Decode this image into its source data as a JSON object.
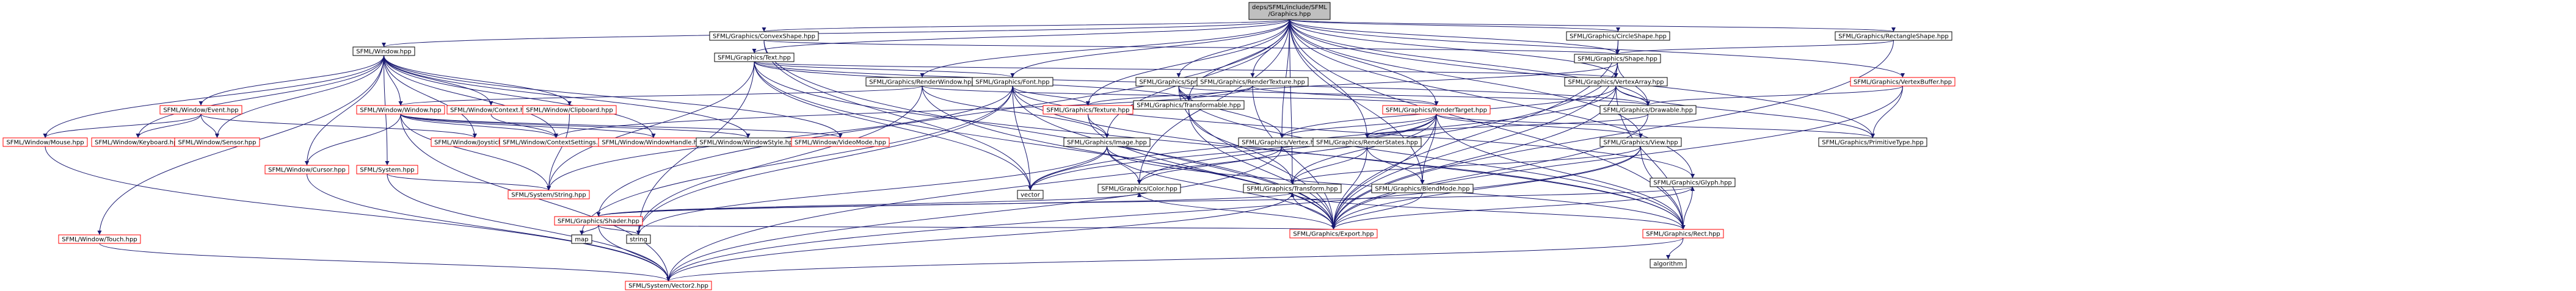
{
  "colors": {
    "edge": "#191970",
    "root_fill": "#bfbfbf",
    "node_border": "#000000",
    "incomplete_border": "#ff0000"
  },
  "nodes": [
    {
      "id": "root",
      "label": [
        "deps/SFML/include/SFML",
        "/Graphics.hpp"
      ],
      "style": "root"
    },
    {
      "id": "sfml_window",
      "label": [
        "SFML/Window.hpp"
      ],
      "style": "normal"
    },
    {
      "id": "g_convex",
      "label": [
        "SFML/Graphics/ConvexShape.hpp"
      ],
      "style": "normal"
    },
    {
      "id": "g_text",
      "label": [
        "SFML/Graphics/Text.hpp"
      ],
      "style": "normal"
    },
    {
      "id": "g_circle",
      "label": [
        "SFML/Graphics/CircleShape.hpp"
      ],
      "style": "normal"
    },
    {
      "id": "g_shape",
      "label": [
        "SFML/Graphics/Shape.hpp"
      ],
      "style": "normal"
    },
    {
      "id": "g_rectangle",
      "label": [
        "SFML/Graphics/RectangleShape.hpp"
      ],
      "style": "normal"
    },
    {
      "id": "g_renderwindow",
      "label": [
        "SFML/Graphics/RenderWindow.hpp"
      ],
      "style": "normal"
    },
    {
      "id": "g_font",
      "label": [
        "SFML/Graphics/Font.hpp"
      ],
      "style": "normal"
    },
    {
      "id": "g_sprite",
      "label": [
        "SFML/Graphics/Sprite.hpp"
      ],
      "style": "normal"
    },
    {
      "id": "g_rendertexture",
      "label": [
        "SFML/Graphics/RenderTexture.hpp"
      ],
      "style": "normal"
    },
    {
      "id": "g_vertexarray",
      "label": [
        "SFML/Graphics/VertexArray.hpp"
      ],
      "style": "normal"
    },
    {
      "id": "g_vertexbuffer",
      "label": [
        "SFML/Graphics/VertexBuffer.hpp"
      ],
      "style": "incomplete"
    },
    {
      "id": "w_event",
      "label": [
        "SFML/Window/Event.hpp"
      ],
      "style": "incomplete"
    },
    {
      "id": "w_context",
      "label": [
        "SFML/Window/Context.hpp"
      ],
      "style": "incomplete"
    },
    {
      "id": "w_clipboard",
      "label": [
        "SFML/Window/Clipboard.hpp"
      ],
      "style": "incomplete"
    },
    {
      "id": "w_window",
      "label": [
        "SFML/Window/Window.hpp"
      ],
      "style": "incomplete"
    },
    {
      "id": "g_texture",
      "label": [
        "SFML/Graphics/Texture.hpp"
      ],
      "style": "incomplete"
    },
    {
      "id": "g_transformable",
      "label": [
        "SFML/Graphics/Transformable.hpp"
      ],
      "style": "normal"
    },
    {
      "id": "g_rendertarget",
      "label": [
        "SFML/Graphics/RenderTarget.hpp"
      ],
      "style": "incomplete"
    },
    {
      "id": "g_drawable",
      "label": [
        "SFML/Graphics/Drawable.hpp"
      ],
      "style": "normal"
    },
    {
      "id": "w_mouse",
      "label": [
        "SFML/Window/Mouse.hpp"
      ],
      "style": "incomplete"
    },
    {
      "id": "w_keyboard",
      "label": [
        "SFML/Window/Keyboard.hpp"
      ],
      "style": "incomplete"
    },
    {
      "id": "w_sensor",
      "label": [
        "SFML/Window/Sensor.hpp"
      ],
      "style": "incomplete"
    },
    {
      "id": "w_joystick",
      "label": [
        "SFML/Window/Joystick.hpp"
      ],
      "style": "incomplete"
    },
    {
      "id": "w_contextsettings",
      "label": [
        "SFML/Window/ContextSettings.hpp"
      ],
      "style": "incomplete"
    },
    {
      "id": "w_windowhandle",
      "label": [
        "SFML/Window/WindowHandle.hpp"
      ],
      "style": "incomplete"
    },
    {
      "id": "w_windowstyle",
      "label": [
        "SFML/Window/WindowStyle.hpp"
      ],
      "style": "normal"
    },
    {
      "id": "w_videomode",
      "label": [
        "SFML/Window/VideoMode.hpp"
      ],
      "style": "incomplete"
    },
    {
      "id": "g_image",
      "label": [
        "SFML/Graphics/Image.hpp"
      ],
      "style": "normal"
    },
    {
      "id": "g_vertex",
      "label": [
        "SFML/Graphics/Vertex.hpp"
      ],
      "style": "normal"
    },
    {
      "id": "g_renderstates",
      "label": [
        "SFML/Graphics/RenderStates.hpp"
      ],
      "style": "normal"
    },
    {
      "id": "g_view",
      "label": [
        "SFML/Graphics/View.hpp"
      ],
      "style": "normal"
    },
    {
      "id": "g_primitivetype",
      "label": [
        "SFML/Graphics/PrimitiveType.hpp"
      ],
      "style": "normal"
    },
    {
      "id": "w_cursor",
      "label": [
        "SFML/Window/Cursor.hpp"
      ],
      "style": "incomplete"
    },
    {
      "id": "s_system",
      "label": [
        "SFML/System.hpp"
      ],
      "style": "incomplete"
    },
    {
      "id": "s_string",
      "label": [
        "SFML/System/String.hpp"
      ],
      "style": "incomplete"
    },
    {
      "id": "vector",
      "label": [
        "vector"
      ],
      "style": "normal"
    },
    {
      "id": "g_color",
      "label": [
        "SFML/Graphics/Color.hpp"
      ],
      "style": "normal"
    },
    {
      "id": "g_transform",
      "label": [
        "SFML/Graphics/Transform.hpp"
      ],
      "style": "normal"
    },
    {
      "id": "g_blendmode",
      "label": [
        "SFML/Graphics/BlendMode.hpp"
      ],
      "style": "normal"
    },
    {
      "id": "g_glyph",
      "label": [
        "SFML/Graphics/Glyph.hpp"
      ],
      "style": "normal"
    },
    {
      "id": "w_touch",
      "label": [
        "SFML/Window/Touch.hpp"
      ],
      "style": "incomplete"
    },
    {
      "id": "g_shader",
      "label": [
        "SFML/Graphics/Shader.hpp"
      ],
      "style": "incomplete"
    },
    {
      "id": "string",
      "label": [
        "string"
      ],
      "style": "normal"
    },
    {
      "id": "g_export",
      "label": [
        "SFML/Graphics/Export.hpp"
      ],
      "style": "incomplete"
    },
    {
      "id": "g_rect",
      "label": [
        "SFML/Graphics/Rect.hpp"
      ],
      "style": "incomplete"
    },
    {
      "id": "map",
      "label": [
        "map"
      ],
      "style": "normal"
    },
    {
      "id": "algorithm",
      "label": [
        "algorithm"
      ],
      "style": "normal"
    },
    {
      "id": "s_vector2",
      "label": [
        "SFML/System/Vector2.hpp"
      ],
      "style": "incomplete"
    }
  ],
  "edges": [
    [
      "root",
      "sfml_window"
    ],
    [
      "root",
      "g_convex"
    ],
    [
      "root",
      "g_text"
    ],
    [
      "root",
      "g_circle"
    ],
    [
      "root",
      "g_shape"
    ],
    [
      "root",
      "g_rectangle"
    ],
    [
      "root",
      "g_renderwindow"
    ],
    [
      "root",
      "g_font"
    ],
    [
      "root",
      "g_sprite"
    ],
    [
      "root",
      "g_rendertexture"
    ],
    [
      "root",
      "g_vertexarray"
    ],
    [
      "root",
      "g_vertexbuffer"
    ],
    [
      "root",
      "g_texture"
    ],
    [
      "root",
      "g_transformable"
    ],
    [
      "root",
      "g_rendertarget"
    ],
    [
      "root",
      "g_drawable"
    ],
    [
      "root",
      "g_image"
    ],
    [
      "root",
      "g_vertex"
    ],
    [
      "root",
      "g_renderstates"
    ],
    [
      "root",
      "g_view"
    ],
    [
      "root",
      "g_primitivetype"
    ],
    [
      "root",
      "g_color"
    ],
    [
      "root",
      "g_transform"
    ],
    [
      "root",
      "g_blendmode"
    ],
    [
      "root",
      "g_glyph"
    ],
    [
      "root",
      "g_shader"
    ],
    [
      "root",
      "g_rect"
    ],
    [
      "sfml_window",
      "w_event"
    ],
    [
      "sfml_window",
      "w_context"
    ],
    [
      "sfml_window",
      "w_clipboard"
    ],
    [
      "sfml_window",
      "w_window"
    ],
    [
      "sfml_window",
      "w_mouse"
    ],
    [
      "sfml_window",
      "w_keyboard"
    ],
    [
      "sfml_window",
      "w_sensor"
    ],
    [
      "sfml_window",
      "w_joystick"
    ],
    [
      "sfml_window",
      "w_contextsettings"
    ],
    [
      "sfml_window",
      "w_windowhandle"
    ],
    [
      "sfml_window",
      "w_windowstyle"
    ],
    [
      "sfml_window",
      "w_videomode"
    ],
    [
      "sfml_window",
      "w_cursor"
    ],
    [
      "sfml_window",
      "s_system"
    ],
    [
      "sfml_window",
      "w_touch"
    ],
    [
      "w_event",
      "w_mouse"
    ],
    [
      "w_event",
      "w_keyboard"
    ],
    [
      "w_event",
      "w_sensor"
    ],
    [
      "w_event",
      "w_joystick"
    ],
    [
      "w_context",
      "w_contextsettings"
    ],
    [
      "w_clipboard",
      "s_string"
    ],
    [
      "w_window",
      "w_contextsettings"
    ],
    [
      "w_window",
      "w_windowhandle"
    ],
    [
      "w_window",
      "w_windowstyle"
    ],
    [
      "w_window",
      "w_videomode"
    ],
    [
      "w_window",
      "w_cursor"
    ],
    [
      "w_window",
      "s_string"
    ],
    [
      "w_window",
      "s_vector2"
    ],
    [
      "w_cursor",
      "s_vector2"
    ],
    [
      "s_system",
      "s_string"
    ],
    [
      "s_system",
      "s_vector2"
    ],
    [
      "w_touch",
      "s_vector2"
    ],
    [
      "w_mouse",
      "s_vector2"
    ],
    [
      "g_convex",
      "g_shape"
    ],
    [
      "g_convex",
      "vector"
    ],
    [
      "g_convex",
      "g_export"
    ],
    [
      "g_circle",
      "g_shape"
    ],
    [
      "g_circle",
      "g_export"
    ],
    [
      "g_rectangle",
      "g_shape"
    ],
    [
      "g_rectangle",
      "g_export"
    ],
    [
      "g_shape",
      "g_drawable"
    ],
    [
      "g_shape",
      "g_transformable"
    ],
    [
      "g_shape",
      "g_vertexarray"
    ],
    [
      "g_shape",
      "g_export"
    ],
    [
      "g_shape",
      "s_vector2"
    ],
    [
      "g_text",
      "g_font"
    ],
    [
      "g_text",
      "g_drawable"
    ],
    [
      "g_text",
      "g_transformable"
    ],
    [
      "g_text",
      "g_vertexarray"
    ],
    [
      "g_text",
      "g_export"
    ],
    [
      "g_text",
      "g_rect"
    ],
    [
      "g_text",
      "s_string"
    ],
    [
      "g_text",
      "string"
    ],
    [
      "g_text",
      "vector"
    ],
    [
      "g_renderwindow",
      "g_rendertarget"
    ],
    [
      "g_renderwindow",
      "g_image"
    ],
    [
      "g_renderwindow",
      "w_window"
    ],
    [
      "g_renderwindow",
      "g_export"
    ],
    [
      "g_renderwindow",
      "string"
    ],
    [
      "g_font",
      "g_glyph"
    ],
    [
      "g_font",
      "g_texture"
    ],
    [
      "g_font",
      "g_rect"
    ],
    [
      "g_font",
      "g_export"
    ],
    [
      "g_font",
      "map"
    ],
    [
      "g_font",
      "string"
    ],
    [
      "g_font",
      "vector"
    ],
    [
      "g_font",
      "s_string"
    ],
    [
      "g_sprite",
      "g_drawable"
    ],
    [
      "g_sprite",
      "g_transformable"
    ],
    [
      "g_sprite",
      "g_vertex"
    ],
    [
      "g_sprite",
      "g_rect"
    ],
    [
      "g_sprite",
      "g_export"
    ],
    [
      "g_rendertexture",
      "g_texture"
    ],
    [
      "g_rendertexture",
      "g_rendertarget"
    ],
    [
      "g_rendertexture",
      "w_contextsettings"
    ],
    [
      "g_rendertexture",
      "g_export"
    ],
    [
      "g_vertexarray",
      "g_vertex"
    ],
    [
      "g_vertexarray",
      "g_primitivetype"
    ],
    [
      "g_vertexarray",
      "g_rect"
    ],
    [
      "g_vertexarray",
      "g_drawable"
    ],
    [
      "g_vertexarray",
      "vector"
    ],
    [
      "g_vertexarray",
      "g_export"
    ],
    [
      "g_vertexbuffer",
      "g_primitivetype"
    ],
    [
      "g_vertexbuffer",
      "g_drawable"
    ],
    [
      "g_vertexbuffer",
      "g_export"
    ],
    [
      "g_texture",
      "g_image"
    ],
    [
      "g_texture",
      "g_export"
    ],
    [
      "g_transformable",
      "g_transform"
    ],
    [
      "g_transformable",
      "g_export"
    ],
    [
      "g_rendertarget",
      "g_color"
    ],
    [
      "g_rendertarget",
      "g_rect"
    ],
    [
      "g_rendertarget",
      "g_view"
    ],
    [
      "g_rendertarget",
      "g_transform"
    ],
    [
      "g_rendertarget",
      "g_blendmode"
    ],
    [
      "g_rendertarget",
      "g_renderstates"
    ],
    [
      "g_rendertarget",
      "g_primitivetype"
    ],
    [
      "g_rendertarget",
      "g_vertex"
    ],
    [
      "g_rendertarget",
      "g_export"
    ],
    [
      "g_rendertarget",
      "vector"
    ],
    [
      "g_drawable",
      "g_renderstates"
    ],
    [
      "g_drawable",
      "g_export"
    ],
    [
      "g_image",
      "g_color"
    ],
    [
      "g_image",
      "g_rect"
    ],
    [
      "g_image",
      "g_export"
    ],
    [
      "g_image",
      "string"
    ],
    [
      "g_image",
      "vector"
    ],
    [
      "g_vertex",
      "g_color"
    ],
    [
      "g_vertex",
      "s_vector2"
    ],
    [
      "g_renderstates",
      "g_blendmode"
    ],
    [
      "g_renderstates",
      "g_transform"
    ],
    [
      "g_renderstates",
      "g_export"
    ],
    [
      "g_view",
      "g_rect"
    ],
    [
      "g_view",
      "g_transform"
    ],
    [
      "g_view",
      "g_export"
    ],
    [
      "g_view",
      "s_vector2"
    ],
    [
      "g_glyph",
      "g_rect"
    ],
    [
      "g_glyph",
      "g_export"
    ],
    [
      "g_color",
      "g_export"
    ],
    [
      "g_transform",
      "g_rect"
    ],
    [
      "g_transform",
      "g_export"
    ],
    [
      "g_transform",
      "s_vector2"
    ],
    [
      "g_blendmode",
      "g_export"
    ],
    [
      "g_shader",
      "g_glyph"
    ],
    [
      "g_shader",
      "g_transform"
    ],
    [
      "g_shader",
      "g_color"
    ],
    [
      "g_shader",
      "g_export"
    ],
    [
      "g_shader",
      "map"
    ],
    [
      "g_shader",
      "string"
    ],
    [
      "g_shader",
      "s_vector2"
    ],
    [
      "g_rect",
      "s_vector2"
    ],
    [
      "g_rect",
      "algorithm"
    ]
  ]
}
